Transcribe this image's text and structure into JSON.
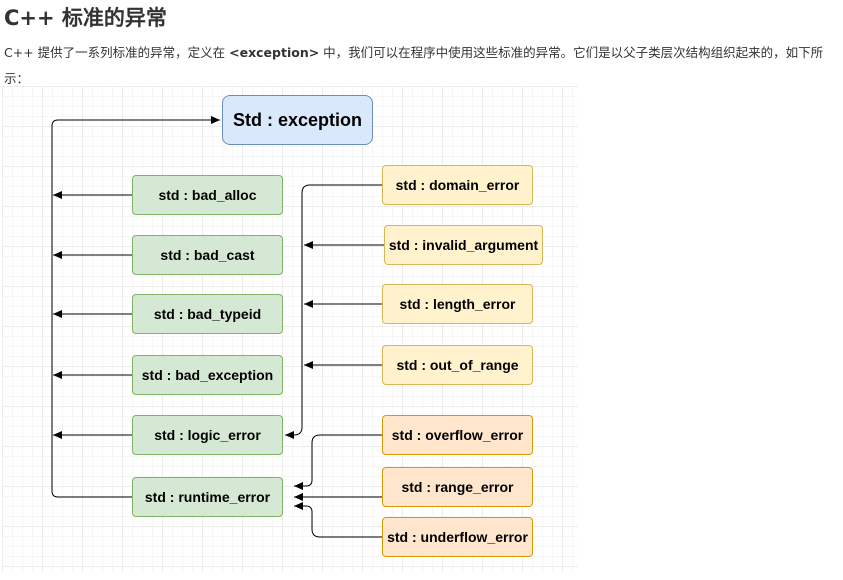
{
  "page": {
    "title": "C++ 标准的异常",
    "intro_before": "C++ 提供了一系列标准的异常，定义在 ",
    "intro_bold": "<exception>",
    "intro_after": " 中，我们可以在程序中使用这些标准的异常。它们是以父子类层次结构组织起来的，如下所示："
  },
  "diagram": {
    "root": "Std : exception",
    "green": [
      "std : bad_alloc",
      "std : bad_cast",
      "std : bad_typeid",
      "std : bad_exception",
      "std : logic_error",
      "std : runtime_error"
    ],
    "logic_children": [
      "std : domain_error",
      "std : invalid_argument",
      "std : length_error",
      "std : out_of_range"
    ],
    "runtime_children": [
      "std : overflow_error",
      "std : range_error",
      "std : underflow_error"
    ],
    "colors": {
      "root_fill": "#dae8fc",
      "root_border": "#6c8ebf",
      "green_fill": "#d5e8d4",
      "green_border": "#82b366",
      "yellow_fill": "#fff2cc",
      "yellow_border": "#d6b656",
      "orange_fill": "#ffe6cc",
      "orange_border": "#d79b00"
    }
  }
}
